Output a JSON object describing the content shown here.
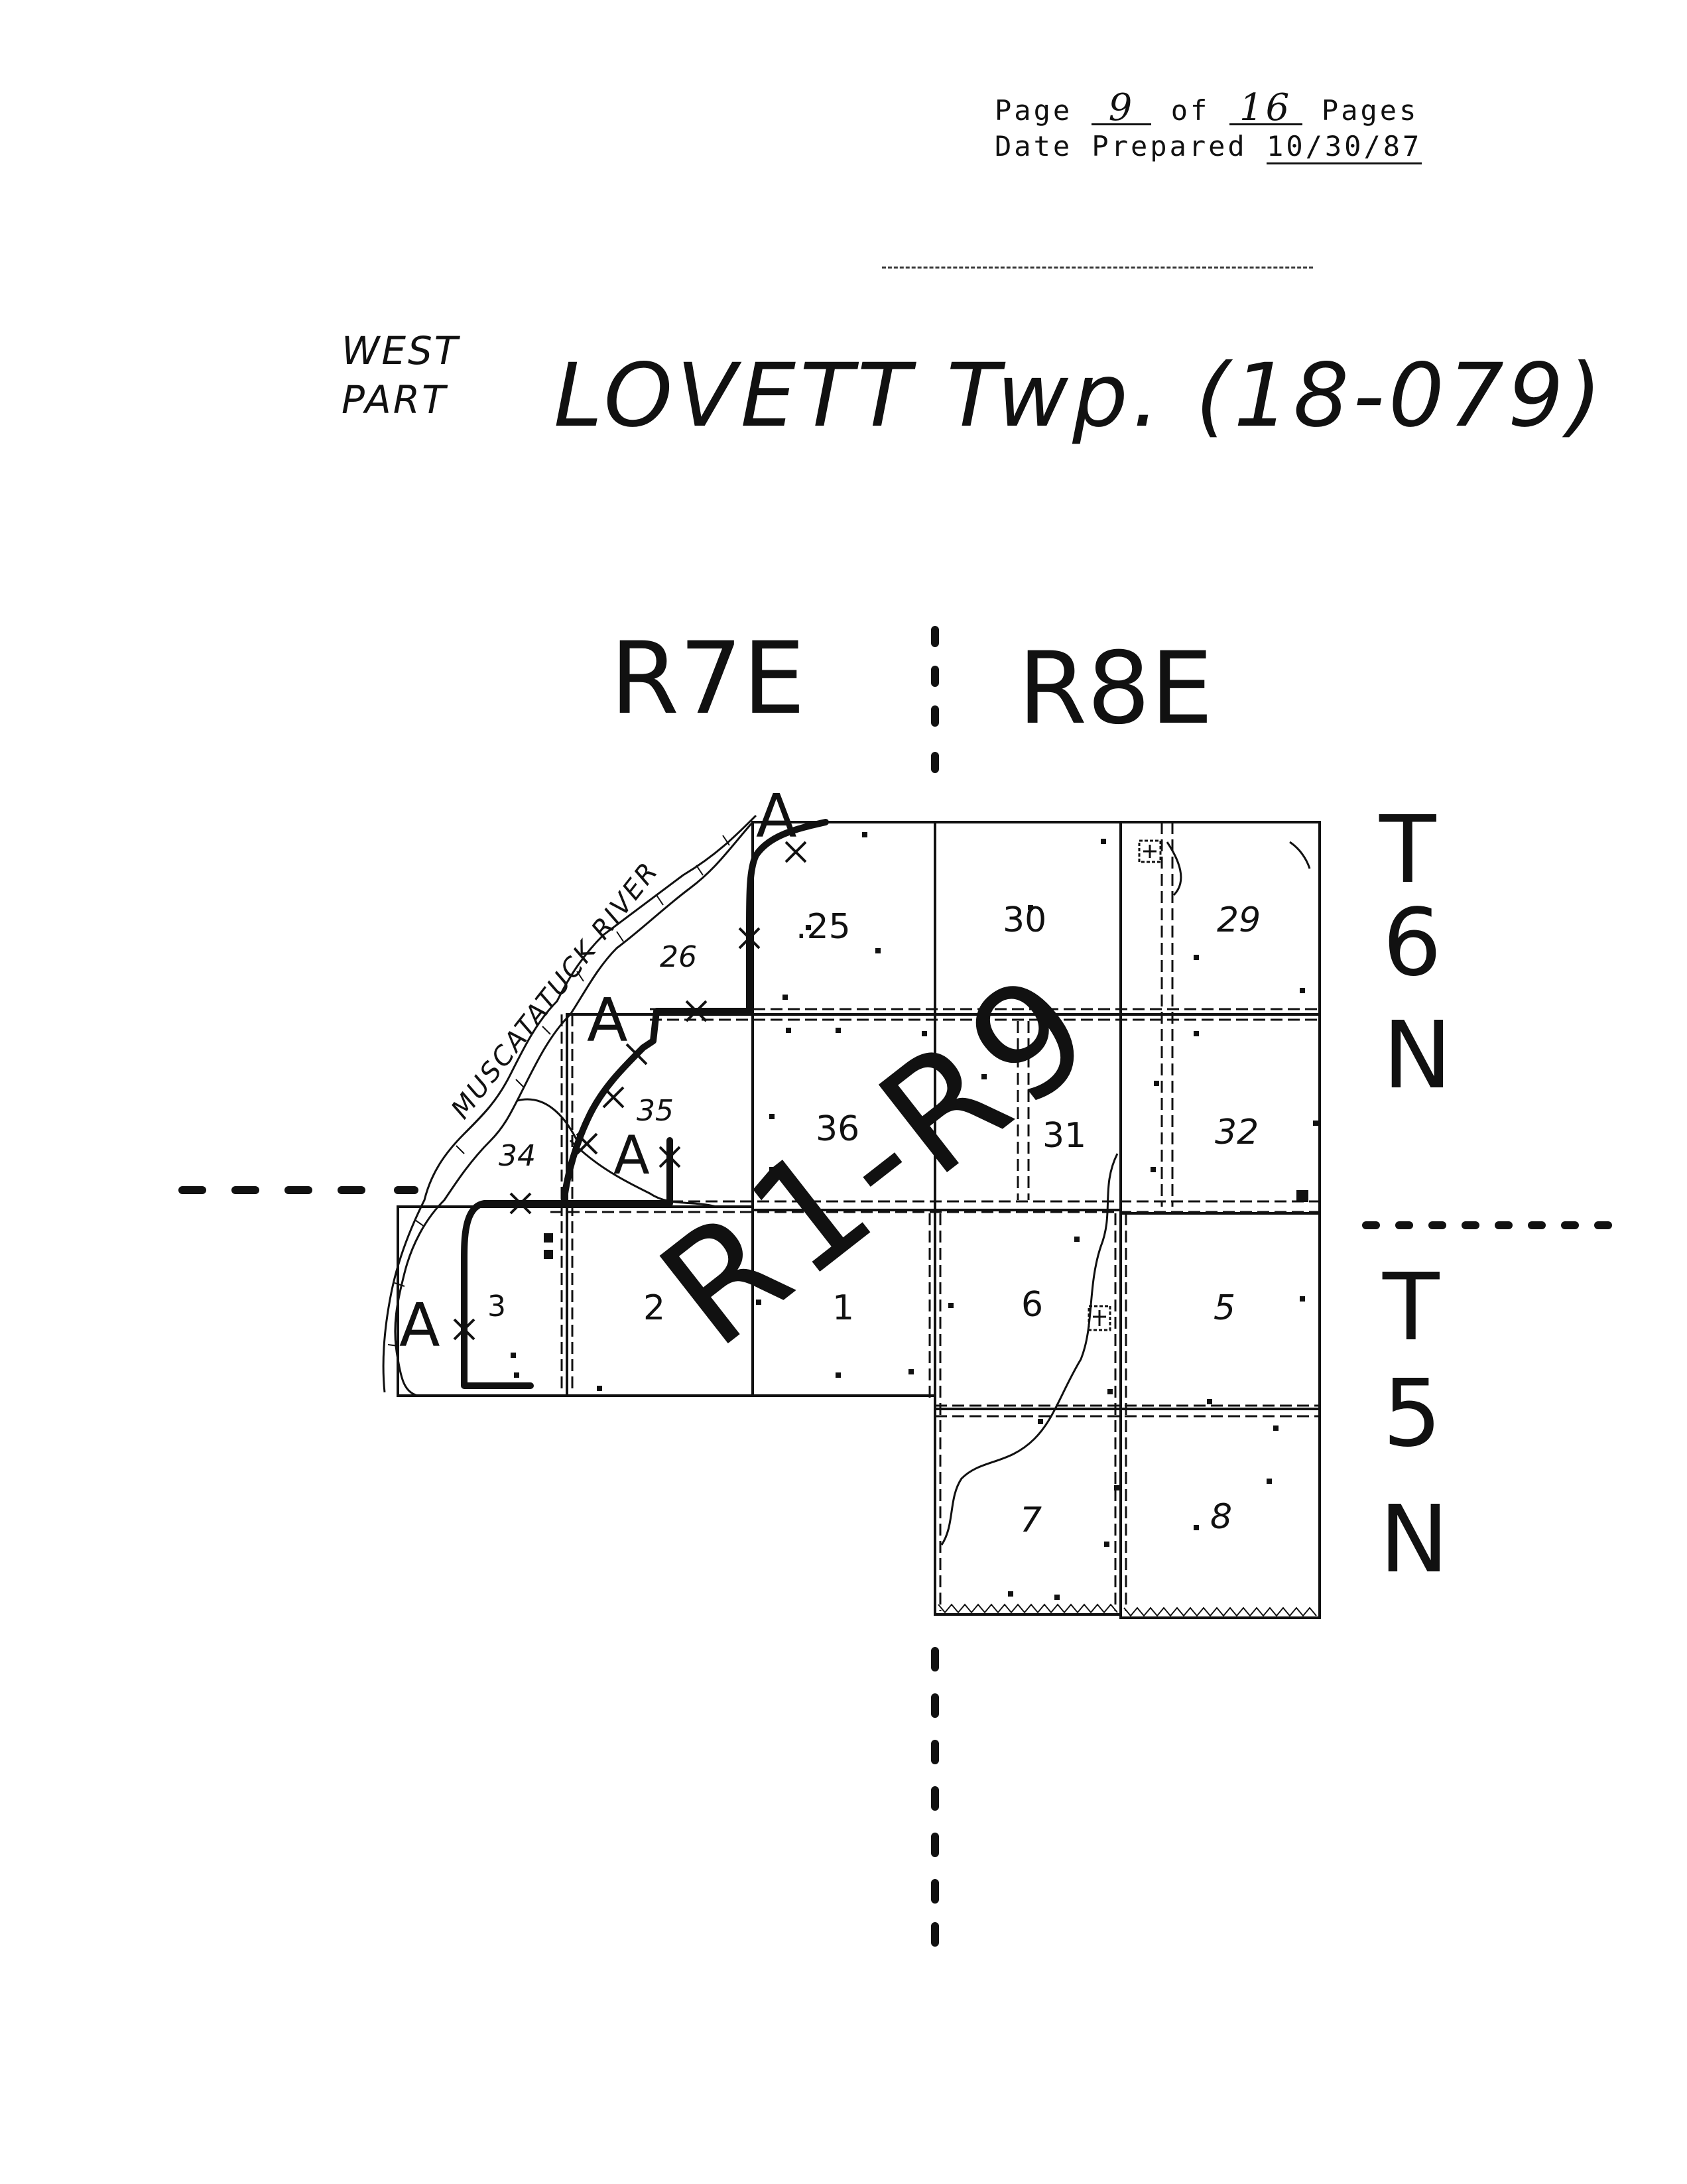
{
  "header": {
    "page_label": "Page",
    "page_number": "9",
    "of_label": "of",
    "page_total": "16",
    "pages_label": "Pages",
    "date_label": "Date Prepared",
    "date_value": "10/30/87"
  },
  "title": {
    "part_line1": "WEST",
    "part_line2": "PART",
    "main": "LOVETT Twp. (18-079)"
  },
  "map": {
    "ranges": {
      "west": "R7E",
      "east": "R8E"
    },
    "townships": {
      "north": {
        "t": "T",
        "num": "6",
        "n": "N"
      },
      "south": {
        "t": "T",
        "num": "5",
        "n": "N"
      }
    },
    "river_label": "MUSCATATUCK RIVER",
    "route_label": "R1-R9",
    "sections": {
      "s25": ".25",
      "s26": "26",
      "s29": "29",
      "s30": "30",
      "s31": "31",
      "s32": "32",
      "s34": "34",
      "s35": "35",
      "s36": "36",
      "s1": "1",
      "s2": "2",
      "s3": "3",
      "s5": "5",
      "s6": "6",
      "s7": "7",
      "s8": "8"
    },
    "markers": {
      "a1": "A",
      "a2": "A",
      "a3": "A",
      "a4": "A"
    }
  }
}
